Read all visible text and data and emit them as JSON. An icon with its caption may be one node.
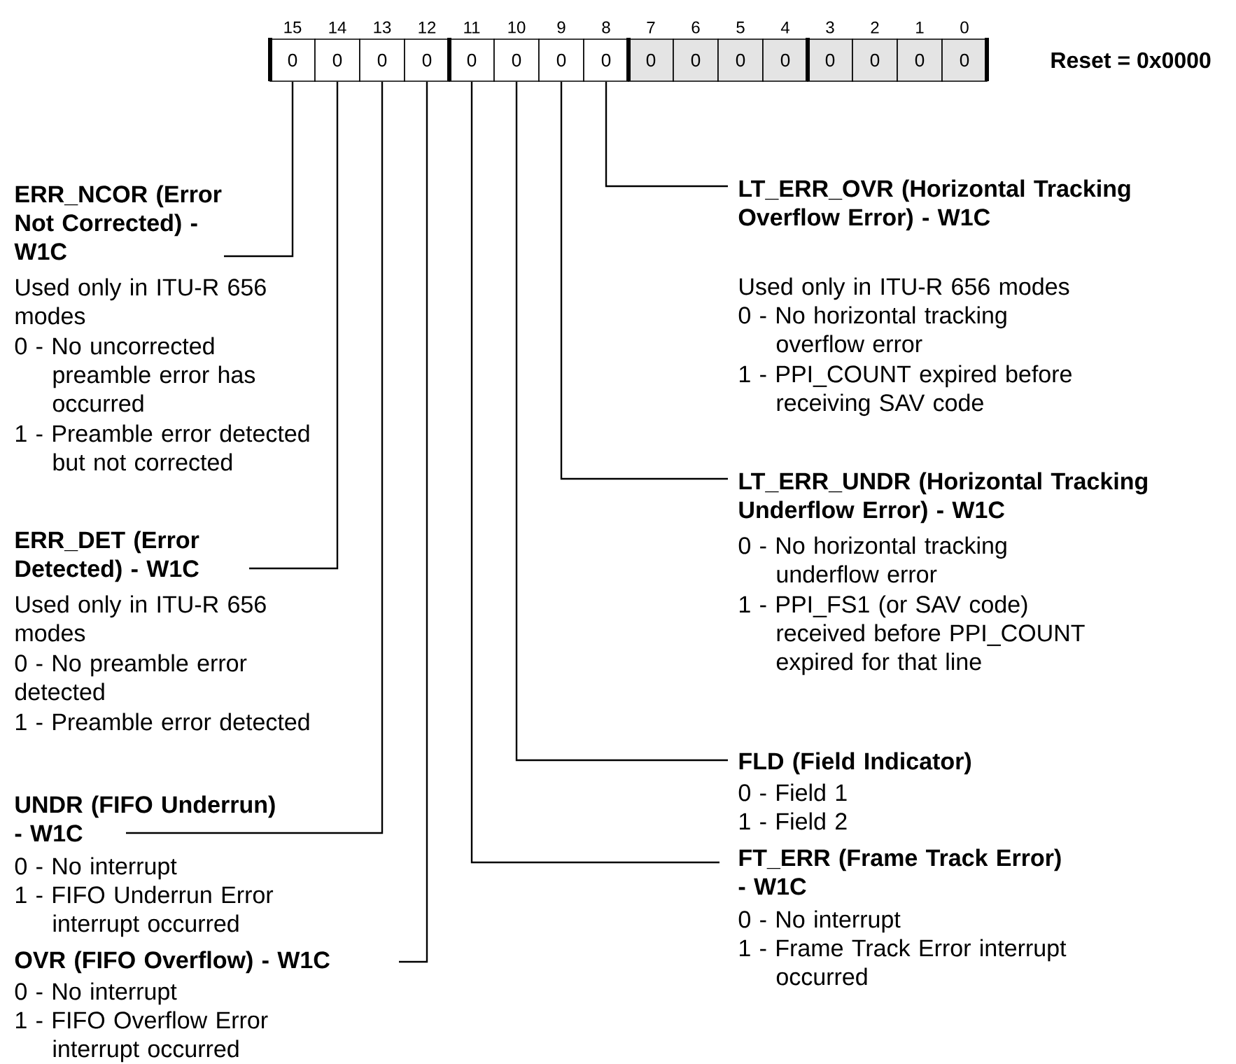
{
  "diagram": {
    "nodes": [
      {
        "text": [
          "0"
        ],
        "beside": [
          "15"
        ]
      },
      {
        "text": [
          "0"
        ],
        "beside": [
          "14"
        ]
      },
      {
        "text": [
          "0"
        ],
        "beside": [
          "13"
        ]
      },
      {
        "text": [
          "0"
        ],
        "beside": [
          "12"
        ]
      },
      {
        "text": [
          "0"
        ],
        "beside": [
          "11"
        ]
      },
      {
        "text": [
          "0"
        ],
        "beside": [
          "10"
        ]
      },
      {
        "text": [
          "0"
        ],
        "beside": [
          "9"
        ]
      },
      {
        "text": [
          "0"
        ],
        "beside": [
          "8"
        ]
      },
      {
        "text": [
          "0"
        ],
        "beside": [
          "7"
        ]
      },
      {
        "text": [
          "0"
        ],
        "beside": [
          "6"
        ]
      },
      {
        "text": [
          "0"
        ],
        "beside": [
          "5"
        ]
      },
      {
        "text": [
          "0"
        ],
        "beside": [
          "4"
        ]
      },
      {
        "text": [
          "0"
        ],
        "beside": [
          "3"
        ]
      },
      {
        "text": [
          "0"
        ],
        "beside": [
          "2"
        ]
      },
      {
        "text": [
          "0"
        ],
        "beside": [
          "1"
        ]
      },
      {
        "text": [
          "0"
        ],
        "beside": [
          "0"
        ]
      },
      {
        "text": [
          "ERR_NCOR (Error Not Corrected) - W1C",
          "Used only in ITU-R 656 modes",
          "0 - No uncorrected preamble error has occurred",
          "1 - Preamble error detected but not corrected"
        ]
      },
      {
        "text": [
          "ERR_DET (Error Detected) - W1C",
          "Used only in ITU-R 656 modes",
          "0 - No preamble error detected",
          "1 - Preamble error detected"
        ]
      },
      {
        "text": [
          "UNDR (FIFO Underrun) - W1C",
          "0 - No interrupt",
          "1 - FIFO Underrun Error interrupt occurred"
        ]
      },
      {
        "text": [
          "OVR (FIFO Overflow) - W1C",
          "0 - No interrupt",
          "1 - FIFO Overflow Error interrupt occurred"
        ]
      },
      {
        "text": [
          "LT_ERR_OVR (Horizontal Tracking Overflow Error) - W1C",
          "Used only in ITU-R 656 modes",
          "0 - No horizontal tracking overflow error",
          "1 - PPI_COUNT expired before receiving SAV code"
        ]
      },
      {
        "text": [
          "LT_ERR_UNDR (Horizontal Tracking Underflow Error) - W1C",
          "0 - No horizontal tracking underflow error",
          "1 - PPI_FS1 (or SAV code) received before PPI_COUNT expired for that line"
        ]
      },
      {
        "text": [
          "FLD (Field Indicator)",
          "0 - Field 1",
          "1 - Field 2"
        ]
      },
      {
        "text": [
          "FT_ERR (Frame Track Error) - W1C",
          "0 - No interrupt",
          "1 - Frame Track Error interrupt occurred"
        ]
      }
    ],
    "edges": [
      {
        "from": 16,
        "to": 0,
        "arrow": "none"
      },
      {
        "from": 17,
        "to": 1,
        "arrow": "none"
      },
      {
        "from": 18,
        "to": 2,
        "arrow": "none"
      },
      {
        "from": 19,
        "to": 3,
        "arrow": "none"
      },
      {
        "from": 20,
        "to": 7,
        "arrow": "none"
      },
      {
        "from": 21,
        "to": 6,
        "arrow": "none"
      },
      {
        "from": 22,
        "to": 5,
        "arrow": "none"
      },
      {
        "from": 23,
        "to": 4,
        "arrow": "none"
      }
    ],
    "labels": [
      "Reset = 0x0000"
    ]
  }
}
